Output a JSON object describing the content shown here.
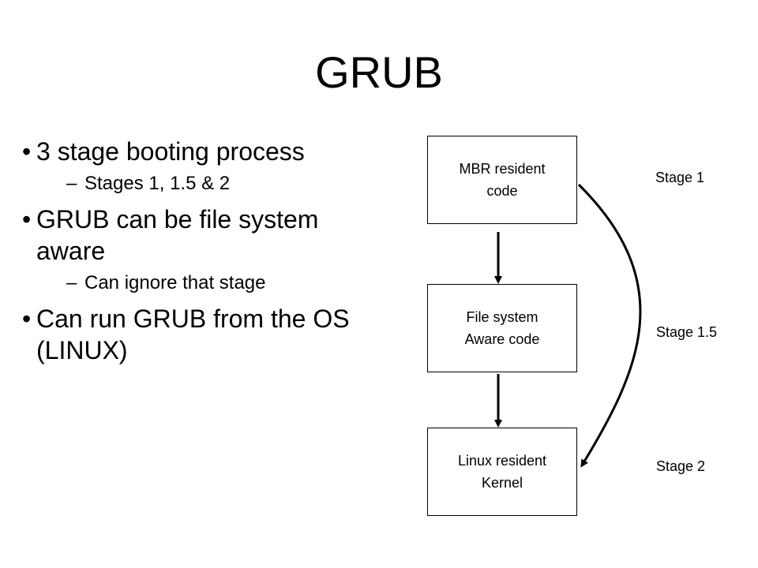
{
  "title": "GRUB",
  "bullets": [
    {
      "text": "3 stage booting process",
      "sub": "Stages 1, 1.5 & 2"
    },
    {
      "text": "GRUB can be file system aware",
      "sub": "Can ignore that stage"
    },
    {
      "text": "Can run GRUB from the OS (LINUX)",
      "sub": ""
    }
  ],
  "diagram": {
    "boxes": [
      {
        "line1": "MBR resident",
        "line2": "code"
      },
      {
        "line1": "File system",
        "line2": "Aware code"
      },
      {
        "line1": "Linux resident",
        "line2": "Kernel"
      }
    ],
    "stages": [
      "Stage 1",
      "Stage 1.5",
      "Stage 2"
    ]
  }
}
